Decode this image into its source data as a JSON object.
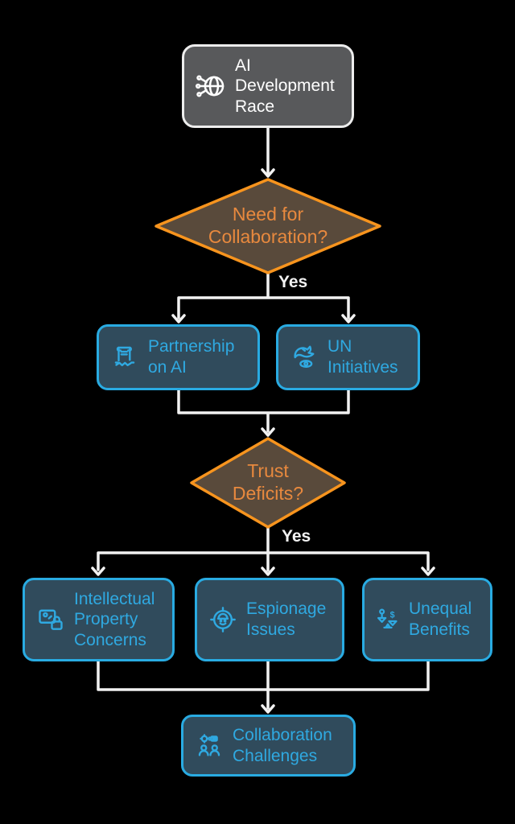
{
  "diagram": {
    "type": "flowchart",
    "background": "#000000",
    "nodes": {
      "root": {
        "label": "AI Development Race",
        "icon": "ai-circuit-globe-icon",
        "fill": "#58595B",
        "border": "#EDEDED",
        "text_color": "#FFFFFF"
      },
      "need_collaboration": {
        "label": "Need for Collaboration?",
        "shape": "diamond",
        "fill": "#594A3B",
        "border": "#F7941E",
        "text_color": "#E8893E"
      },
      "partnership_on_ai": {
        "label": "Partnership on AI",
        "icon": "scroll-handshake-icon",
        "fill": "#304B5C",
        "border": "#29ABE2",
        "text_color": "#2FA9E1"
      },
      "un_initiatives": {
        "label": "UN Initiatives",
        "icon": "dove-eye-icon",
        "fill": "#304B5C",
        "border": "#29ABE2",
        "text_color": "#2FA9E1"
      },
      "trust_deficits": {
        "label": "Trust Deficits?",
        "shape": "diamond",
        "fill": "#594A3B",
        "border": "#F7941E",
        "text_color": "#E8893E"
      },
      "intellectual_property": {
        "label": "Intellectual Property Concerns",
        "icon": "image-lock-icon",
        "fill": "#304B5C",
        "border": "#29ABE2",
        "text_color": "#2FA9E1"
      },
      "espionage_issues": {
        "label": "Espionage Issues",
        "icon": "spy-target-icon",
        "fill": "#304B5C",
        "border": "#29ABE2",
        "text_color": "#2FA9E1"
      },
      "unequal_benefits": {
        "label": "Unequal Benefits",
        "icon": "balance-person-dollar-icon",
        "fill": "#304B5C",
        "border": "#29ABE2",
        "text_color": "#2FA9E1"
      },
      "collaboration_challenges": {
        "label": "Collaboration Challenges",
        "icon": "people-gear-plug-icon",
        "fill": "#304B5C",
        "border": "#29ABE2",
        "text_color": "#2FA9E1"
      }
    },
    "edge_labels": {
      "decision1_yes": "Yes",
      "decision2_yes": "Yes"
    },
    "connector_color": "#F2F2F2",
    "edges": [
      {
        "from": "root",
        "to": "need_collaboration"
      },
      {
        "from": "need_collaboration",
        "to": "partnership_on_ai",
        "label": "Yes"
      },
      {
        "from": "need_collaboration",
        "to": "un_initiatives",
        "label": "Yes"
      },
      {
        "from": "partnership_on_ai",
        "to": "trust_deficits"
      },
      {
        "from": "un_initiatives",
        "to": "trust_deficits"
      },
      {
        "from": "trust_deficits",
        "to": "intellectual_property",
        "label": "Yes"
      },
      {
        "from": "trust_deficits",
        "to": "espionage_issues",
        "label": "Yes"
      },
      {
        "from": "trust_deficits",
        "to": "unequal_benefits",
        "label": "Yes"
      },
      {
        "from": "intellectual_property",
        "to": "collaboration_challenges"
      },
      {
        "from": "espionage_issues",
        "to": "collaboration_challenges"
      },
      {
        "from": "unequal_benefits",
        "to": "collaboration_challenges"
      }
    ]
  }
}
